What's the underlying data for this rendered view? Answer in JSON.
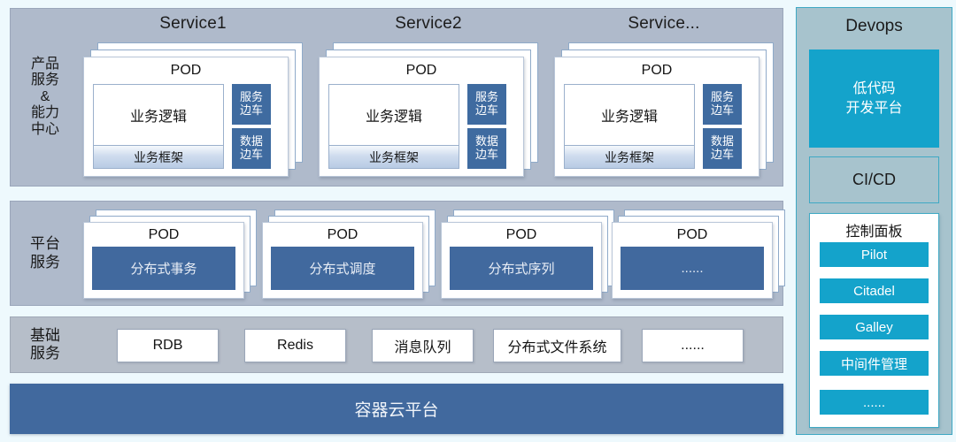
{
  "theme": {
    "page_bg": "#eef9fd",
    "panel_bg": "#afbacb",
    "base_panel_bg": "#b6bec9",
    "deep_blue": "#41699e",
    "sidecar_blue": "#3f6ba0",
    "teal_accent": "#14a3cb",
    "devops_bg": "#a7c3cd",
    "devops_border": "#3fa9c4"
  },
  "rows": {
    "product": {
      "label": "产品\n服务\n&\n能力\n中心",
      "services": [
        {
          "title": "Service1",
          "pod_label": "POD",
          "business_logic": "业务逻辑",
          "business_framework": "业务框架",
          "sidecars": [
            "服务\n边车",
            "数据\n边车"
          ]
        },
        {
          "title": "Service2",
          "pod_label": "POD",
          "business_logic": "业务逻辑",
          "business_framework": "业务框架",
          "sidecars": [
            "服务\n边车",
            "数据\n边车"
          ]
        },
        {
          "title": "Service...",
          "pod_label": "POD",
          "business_logic": "业务逻辑",
          "business_framework": "业务框架",
          "sidecars": [
            "服务\n边车",
            "数据\n边车"
          ]
        }
      ]
    },
    "platform": {
      "label": "平台\n服务",
      "pods": [
        {
          "pod_label": "POD",
          "name": "分布式事务"
        },
        {
          "pod_label": "POD",
          "name": "分布式调度"
        },
        {
          "pod_label": "POD",
          "name": "分布式序列"
        },
        {
          "pod_label": "POD",
          "name": "......"
        }
      ]
    },
    "base": {
      "label": "基础\n服务",
      "items": [
        "RDB",
        "Redis",
        "消息队列",
        "分布式文件系统",
        "......"
      ]
    }
  },
  "cloud_bar": {
    "label": "容器云平台"
  },
  "devops": {
    "title": "Devops",
    "low_code": "低代码\n开发平台",
    "cicd": "CI/CD",
    "control_panel": {
      "title": "控制面板",
      "items": [
        "Pilot",
        "Citadel",
        "Galley",
        "中间件管理",
        "......"
      ]
    }
  }
}
